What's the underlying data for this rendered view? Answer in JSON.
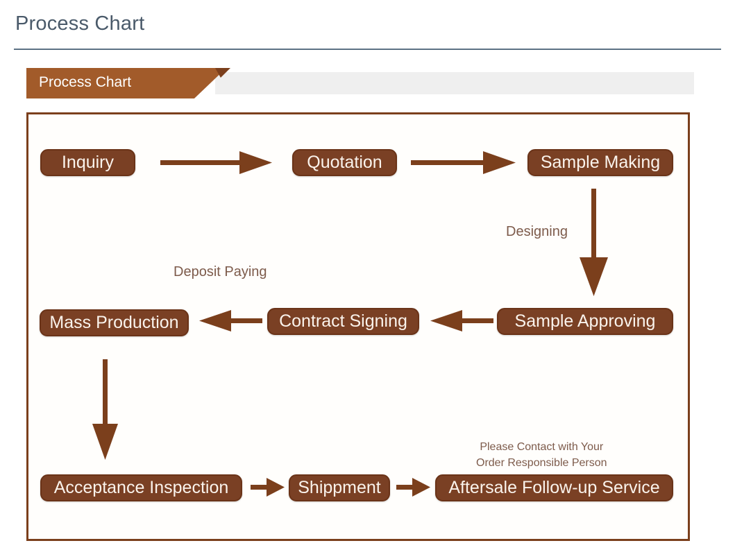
{
  "page": {
    "title": "Process Chart"
  },
  "ribbon": {
    "label": "Process Chart"
  },
  "chart_data": {
    "type": "diagram",
    "title": "Process Chart",
    "nodes": [
      {
        "id": "inquiry",
        "label": "Inquiry",
        "row": 1
      },
      {
        "id": "quotation",
        "label": "Quotation",
        "row": 1
      },
      {
        "id": "sample-making",
        "label": "Sample Making",
        "row": 1
      },
      {
        "id": "sample-approving",
        "label": "Sample Approving",
        "row": 2
      },
      {
        "id": "contract-signing",
        "label": "Contract Signing",
        "row": 2
      },
      {
        "id": "mass-production",
        "label": "Mass Production",
        "row": 2
      },
      {
        "id": "acceptance-inspection",
        "label": "Acceptance Inspection",
        "row": 3
      },
      {
        "id": "shippment",
        "label": "Shippment",
        "row": 3
      },
      {
        "id": "aftersale",
        "label": "Aftersale Follow-up Service",
        "row": 3
      }
    ],
    "edges": [
      {
        "from": "inquiry",
        "to": "quotation",
        "direction": "right",
        "label": ""
      },
      {
        "from": "quotation",
        "to": "sample-making",
        "direction": "right",
        "label": ""
      },
      {
        "from": "sample-making",
        "to": "sample-approving",
        "direction": "down",
        "label": "Designing"
      },
      {
        "from": "sample-approving",
        "to": "contract-signing",
        "direction": "left",
        "label": ""
      },
      {
        "from": "contract-signing",
        "to": "mass-production",
        "direction": "left",
        "label": "Deposit Paying"
      },
      {
        "from": "mass-production",
        "to": "acceptance-inspection",
        "direction": "down",
        "label": ""
      },
      {
        "from": "acceptance-inspection",
        "to": "shippment",
        "direction": "right",
        "label": ""
      },
      {
        "from": "shippment",
        "to": "aftersale",
        "direction": "right",
        "label": ""
      }
    ],
    "labels": {
      "designing": "Designing",
      "deposit_paying": "Deposit Paying",
      "contact_note_line1": "Please Contact with Your",
      "contact_note_line2": "Order Responsible Person"
    },
    "colors": {
      "node_fill": "#7a4024",
      "node_border": "#6a3318",
      "node_text": "#faf3ec",
      "arrow": "#7b3f1c",
      "frame_border": "#7b3f1c",
      "ribbon_tab": "#a25b2a",
      "ribbon_strip": "#efefef",
      "label_text": "#7d5b4b",
      "page_title": "#4a5a6a",
      "title_rule": "#5b7184"
    }
  }
}
